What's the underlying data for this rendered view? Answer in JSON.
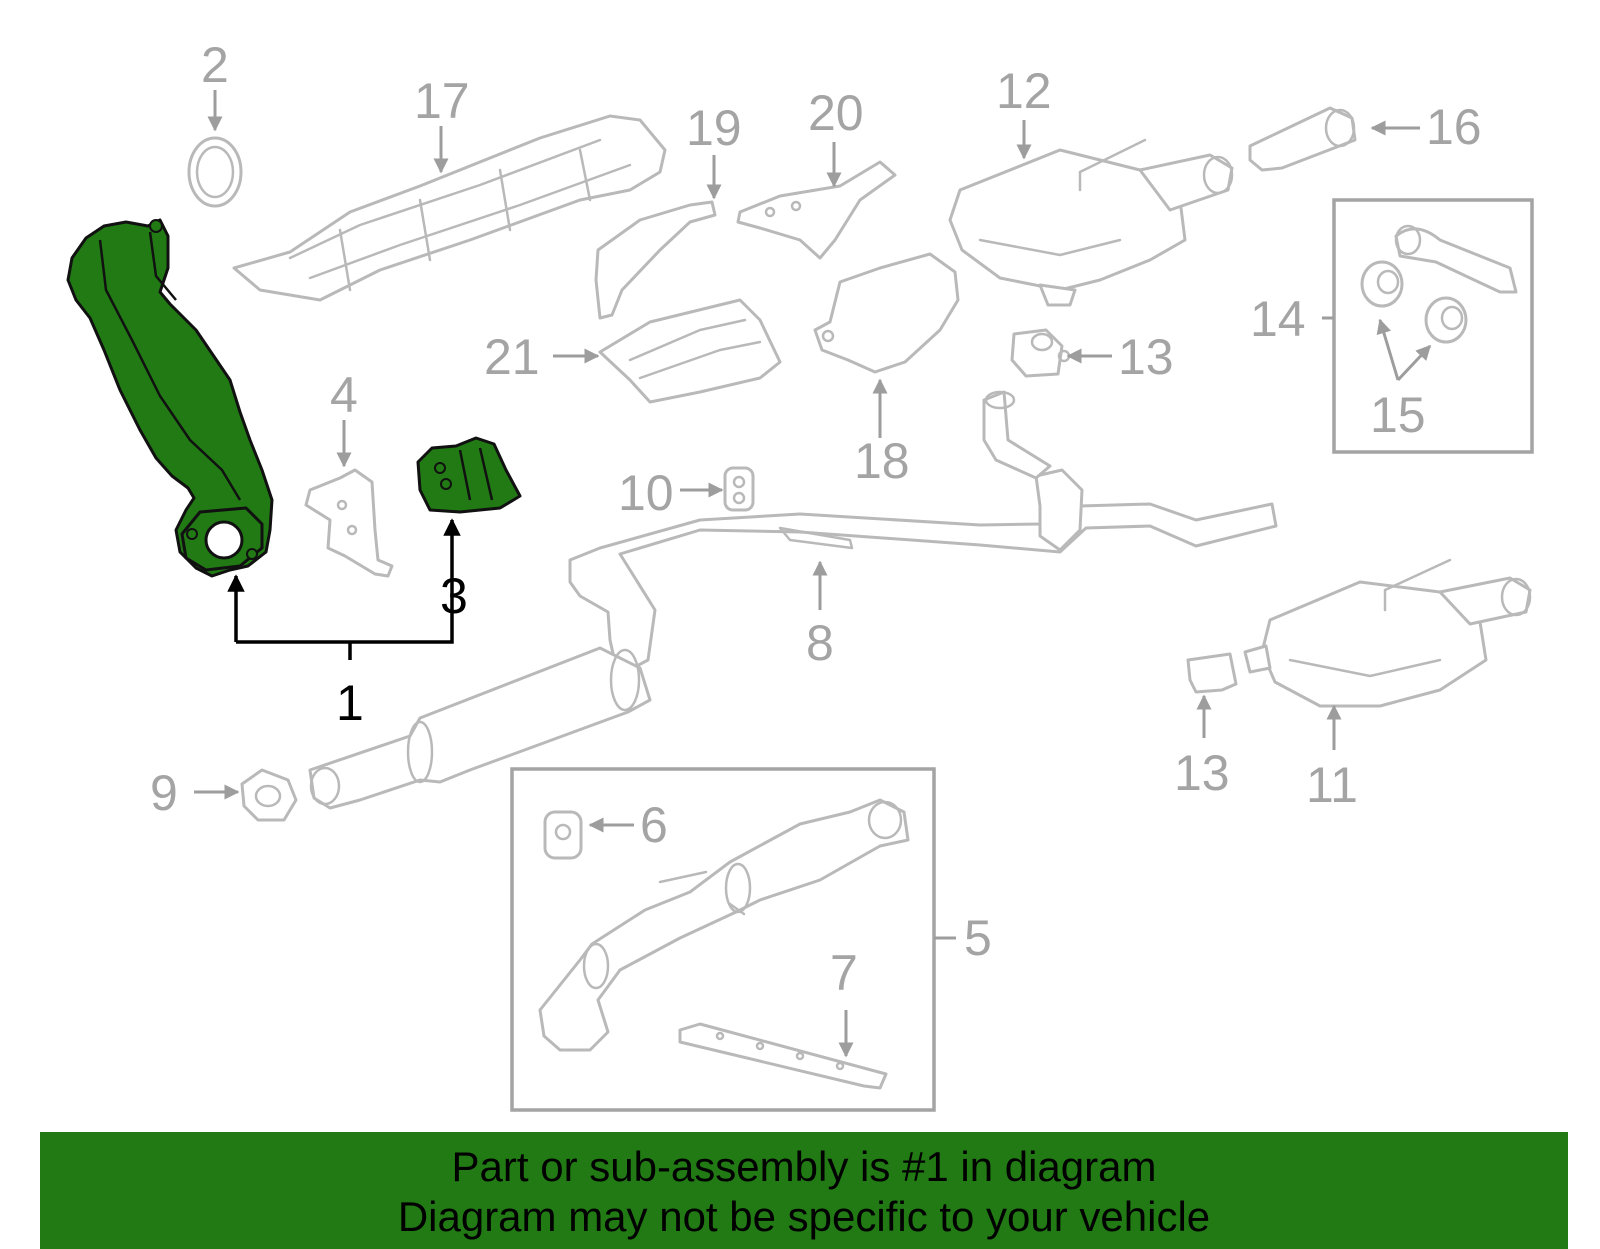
{
  "callouts": {
    "c1": "1",
    "c2": "2",
    "c3": "3",
    "c4": "4",
    "c5": "5",
    "c6": "6",
    "c7": "7",
    "c8": "8",
    "c9": "9",
    "c10": "10",
    "c11": "11",
    "c12": "12",
    "c13a": "13",
    "c13b": "13",
    "c14": "14",
    "c15": "15",
    "c16": "16",
    "c17": "17",
    "c18": "18",
    "c19": "19",
    "c20": "20",
    "c21": "21"
  },
  "highlight": {
    "part_number": "1",
    "color": "#217a14"
  },
  "banner": {
    "line1": "Part or sub-assembly is #1 in diagram",
    "line2": "Diagram may not be specific to your vehicle",
    "background": "#217a14"
  }
}
